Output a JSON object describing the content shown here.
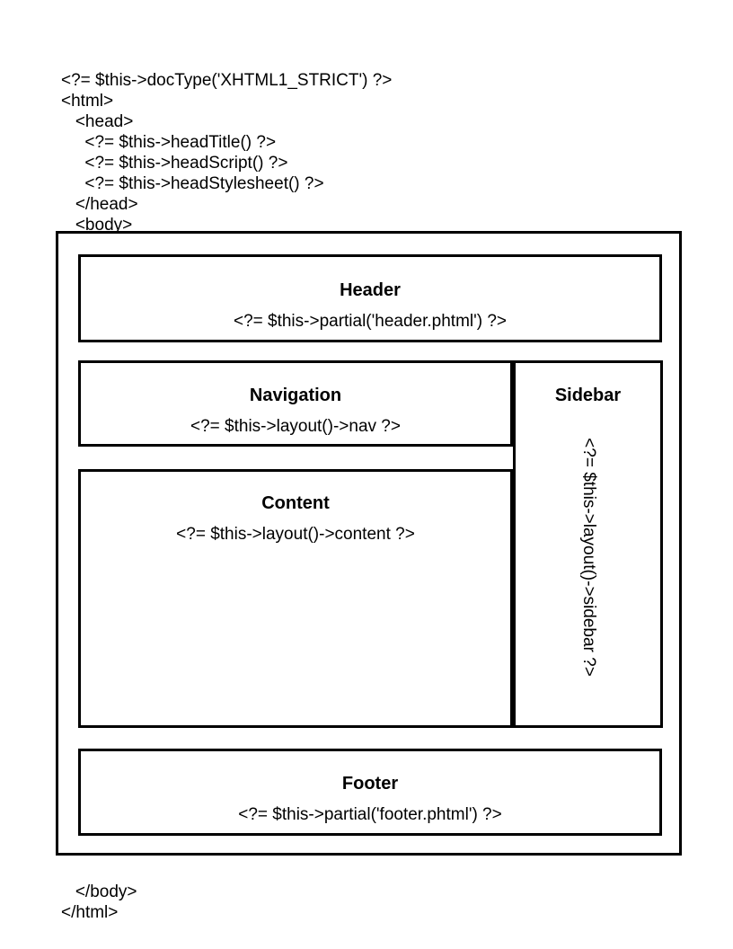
{
  "code_top": "<?= $this->docType('XHTML1_STRICT') ?>\n<html>\n   <head>\n     <?= $this->headTitle() ?>\n     <?= $this->headScript() ?>\n     <?= $this->headStylesheet() ?>\n   </head>\n   <body>",
  "code_bottom": "   </body>\n</html>",
  "regions": {
    "header": {
      "title": "Header",
      "code": "<?= $this->partial('header.phtml') ?>"
    },
    "navigation": {
      "title": "Navigation",
      "code": "<?= $this->layout()->nav ?>"
    },
    "content": {
      "title": "Content",
      "code": "<?= $this->layout()->content ?>"
    },
    "sidebar": {
      "title": "Sidebar",
      "code": "<?= $this->layout()->sidebar ?>"
    },
    "footer": {
      "title": "Footer",
      "code": "<?= $this->partial('footer.phtml') ?>"
    }
  },
  "colors": {
    "stroke": "#000000",
    "background": "#ffffff"
  }
}
